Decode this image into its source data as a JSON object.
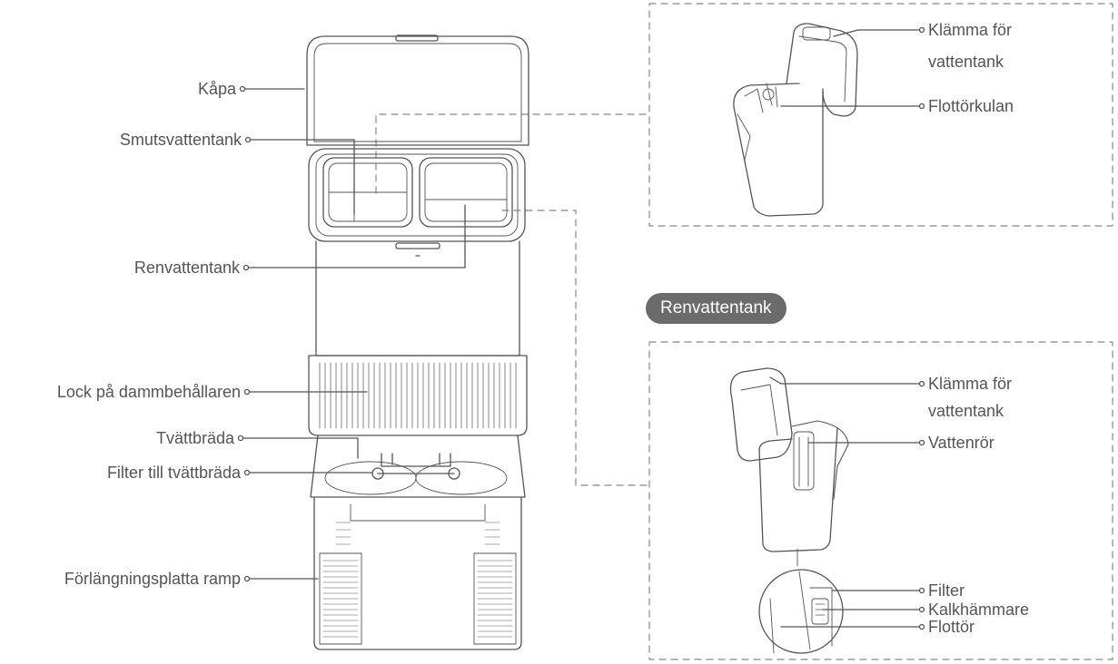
{
  "station": {
    "labels": {
      "cover": "Kåpa",
      "dirty_tank": "Smutsvattentank",
      "clean_tank": "Renvattentank",
      "dust_lid": "Lock på dammbehållaren",
      "wash_board": "Tvättbräda",
      "wash_filter": "Filter till tvättbräda",
      "ramp": "Förlängningsplatta ramp"
    }
  },
  "dirty_tank_detail": {
    "clamp_line1": "Klämma för",
    "clamp_line2": "vattentank",
    "float_ball": "Flottörkulan"
  },
  "clean_tank_detail": {
    "badge": "Renvattentank",
    "clamp_line1": "Klämma för",
    "clamp_line2": "vattentank",
    "water_pipe": "Vattenrör",
    "filter": "Filter",
    "limescale": "Kalkhämmare",
    "float": "Flottör"
  },
  "colors": {
    "line": "#555555",
    "dash": "#888888",
    "badge_bg": "#6b6b6b"
  }
}
